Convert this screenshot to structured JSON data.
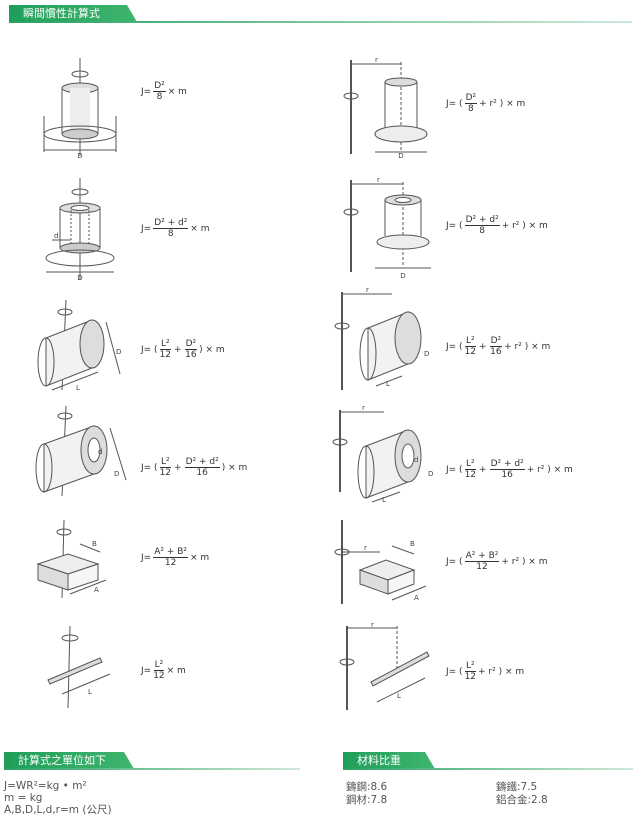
{
  "header": {
    "title": "瞬間慣性計算式"
  },
  "formulas": {
    "left1": {
      "lead": "J=",
      "num": "D²",
      "den": "8",
      "tail": "× m"
    },
    "left2": {
      "lead": "J=",
      "num": "D² + d²",
      "den": "8",
      "tail": "× m"
    },
    "left3": {
      "lead": "J= (",
      "num1": "L²",
      "den1": "12",
      "plus": "+",
      "num2": "D²",
      "den2": "16",
      "tail": ") × m"
    },
    "left4": {
      "lead": "J= (",
      "num1": "L²",
      "den1": "12",
      "plus": "+",
      "num2": "D² + d²",
      "den2": "16",
      "tail": ") × m"
    },
    "left5": {
      "lead": "J=",
      "num": "A² + B²",
      "den": "12",
      "tail": "× m"
    },
    "left6": {
      "lead": "J=",
      "num": "L²",
      "den": "12",
      "tail": "× m"
    },
    "right1": {
      "lead": "J= (",
      "num": "D²",
      "den": "8",
      "tail": "+ r² ) × m"
    },
    "right2": {
      "lead": "J= (",
      "num": "D² + d²",
      "den": "8",
      "tail": "+ r² ) × m"
    },
    "right3": {
      "lead": "J= (",
      "num1": "L²",
      "den1": "12",
      "plus": "+",
      "num2": "D²",
      "den2": "16",
      "tail": "+ r² ) × m"
    },
    "right4": {
      "lead": "J= (",
      "num1": "L²",
      "den1": "12",
      "plus": "+",
      "num2": "D² + d²",
      "den2": "16",
      "tail": "+ r² ) × m"
    },
    "right5": {
      "lead": "J= (",
      "num": "A² + B²",
      "den": "12",
      "tail": "+ r² ) × m"
    },
    "right6": {
      "lead": "J= (",
      "num": "L²",
      "den": "12",
      "tail": "+ r² ) × m"
    }
  },
  "labels": {
    "D": "D",
    "d": "d",
    "L": "L",
    "A": "A",
    "B": "B",
    "r": "r"
  },
  "units_section": {
    "title": "計算式之單位如下",
    "lines": [
      "J=WR²=kg • m²",
      "m = kg",
      "A,B,D,L,d,r=m (公尺)"
    ]
  },
  "materials_section": {
    "title": "材料比重",
    "items": [
      {
        "name": "鑄鋼:8.6"
      },
      {
        "name": "鑄鐵:7.5"
      },
      {
        "name": "鋼材:7.8"
      },
      {
        "name": "鋁合金:2.8"
      }
    ]
  }
}
